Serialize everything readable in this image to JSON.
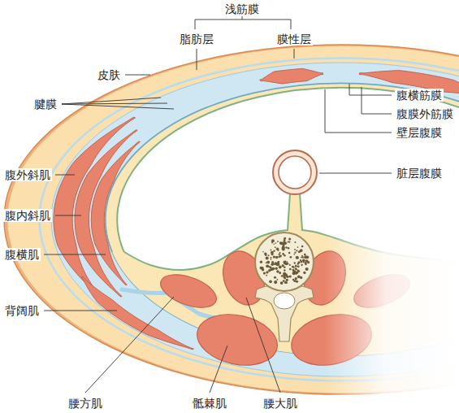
{
  "diagram": {
    "labels": [
      "浅筋膜",
      "脂肪层",
      "膜性层",
      "皮肤",
      "腱膜",
      "腹横筋膜",
      "腹膜外筋膜",
      "壁层腹膜",
      "脏层腹膜",
      "腹外斜肌",
      "腹内斜肌",
      "腹横肌",
      "背阔肌",
      "腰方肌",
      "骶棘肌",
      "腰大肌"
    ]
  }
}
